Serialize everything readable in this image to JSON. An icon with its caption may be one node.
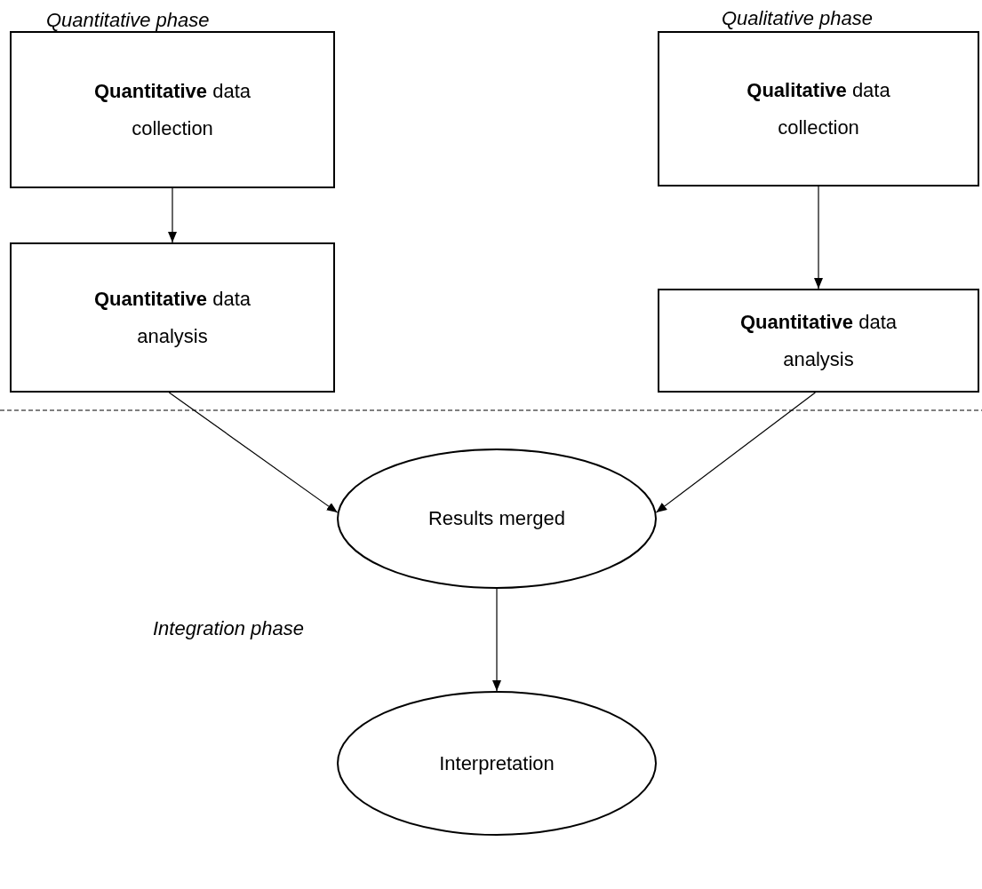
{
  "diagram": {
    "nodes": [
      {
        "text": [
          "**Quantitative** data collection"
        ]
      },
      {
        "text": [
          "**Quantitative** data analysis"
        ]
      },
      {
        "text": [
          "**Qualitative** data collection"
        ]
      },
      {
        "text": [
          "**Quantitative** data analysis"
        ]
      },
      {
        "text": [
          "Results merged"
        ]
      },
      {
        "text": [
          "Interpretation"
        ]
      }
    ],
    "edges": [
      {
        "from": 0,
        "to": 1,
        "arrow": "to"
      },
      {
        "from": 2,
        "to": 3,
        "arrow": "to"
      },
      {
        "from": 1,
        "to": 4,
        "arrow": "to"
      },
      {
        "from": 3,
        "to": 4,
        "arrow": "to"
      },
      {
        "from": 4,
        "to": 5,
        "arrow": "to"
      }
    ],
    "labels": [
      "Quantitative phase",
      "Qualitative phase",
      "Integration phase"
    ]
  }
}
